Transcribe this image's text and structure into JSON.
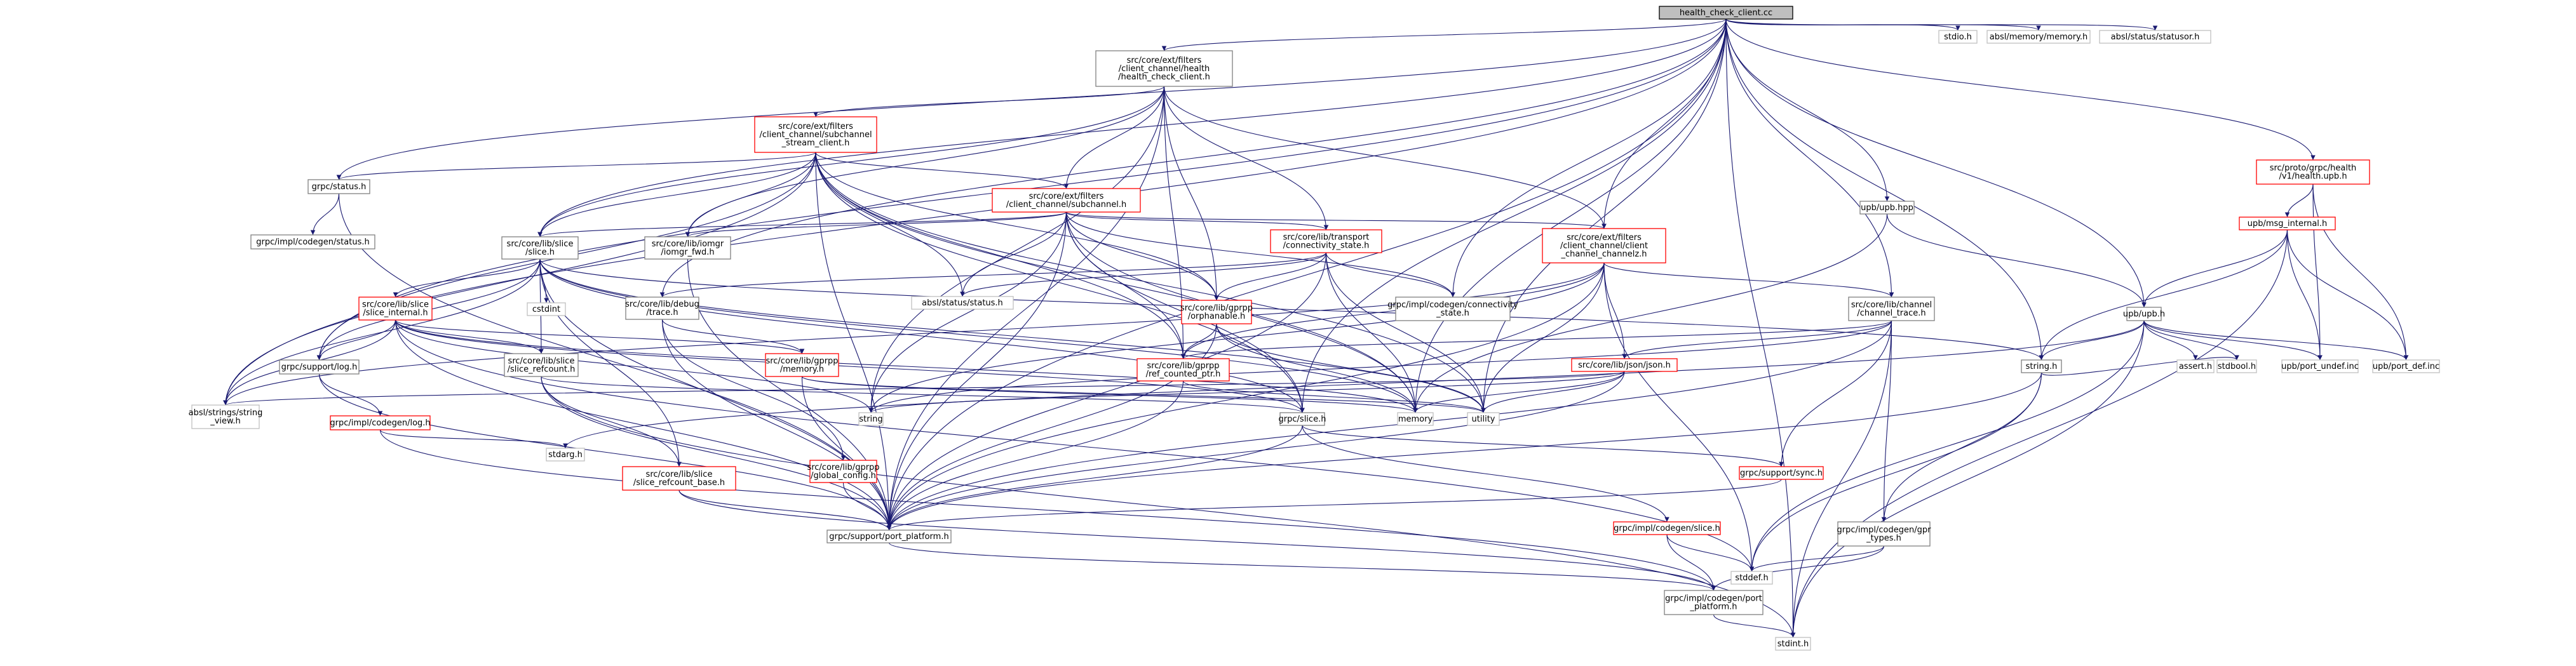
{
  "graph": {
    "root": "health_check_client.cc",
    "colors": {
      "edge": "#191970",
      "documented_border": "#7f7f7f",
      "undocumented_border": "#ff0000",
      "external_border": "#bfbfbf",
      "root_fill": "#bfbfbf"
    },
    "nodes": [
      {
        "id": "root",
        "label": [
          "health_check_client.cc"
        ],
        "kind": "root"
      },
      {
        "id": "hcc_h",
        "label": [
          "src/core/ext/filters",
          "/client_channel/health",
          "/health_check_client.h"
        ],
        "kind": "normal"
      },
      {
        "id": "stdio",
        "label": [
          "stdio.h"
        ],
        "kind": "external"
      },
      {
        "id": "absl_mem",
        "label": [
          "absl/memory/memory.h"
        ],
        "kind": "external"
      },
      {
        "id": "absl_statusor",
        "label": [
          "absl/status/statusor.h"
        ],
        "kind": "external"
      },
      {
        "id": "proto_health",
        "label": [
          "src/proto/grpc/health",
          "/v1/health.upb.h"
        ],
        "kind": "red"
      },
      {
        "id": "subch_stream",
        "label": [
          "src/core/ext/filters",
          "/client_channel/subchannel",
          "_stream_client.h"
        ],
        "kind": "red"
      },
      {
        "id": "grpc_status",
        "label": [
          "grpc/status.h"
        ],
        "kind": "normal"
      },
      {
        "id": "impl_status",
        "label": [
          "grpc/impl/codegen/status.h"
        ],
        "kind": "normal"
      },
      {
        "id": "subchannel_h",
        "label": [
          "src/core/ext/filters",
          "/client_channel/subchannel.h"
        ],
        "kind": "red"
      },
      {
        "id": "upb_hpp",
        "label": [
          "upb/upb.hpp"
        ],
        "kind": "normal"
      },
      {
        "id": "msg_internal",
        "label": [
          "upb/msg_internal.h"
        ],
        "kind": "red"
      },
      {
        "id": "slice_h",
        "label": [
          "src/core/lib/slice",
          "/slice.h"
        ],
        "kind": "normal"
      },
      {
        "id": "iomgr_fwd",
        "label": [
          "src/core/lib/iomgr",
          "/iomgr_fwd.h"
        ],
        "kind": "normal"
      },
      {
        "id": "conn_state",
        "label": [
          "src/core/lib/transport",
          "/connectivity_state.h"
        ],
        "kind": "red"
      },
      {
        "id": "client_channelz",
        "label": [
          "src/core/ext/filters",
          "/client_channel/client",
          "_channel_channelz.h"
        ],
        "kind": "red"
      },
      {
        "id": "upb_h",
        "label": [
          "upb/upb.h"
        ],
        "kind": "normal"
      },
      {
        "id": "slice_internal",
        "label": [
          "src/core/lib/slice",
          "/slice_internal.h"
        ],
        "kind": "red"
      },
      {
        "id": "cstdint",
        "label": [
          "cstdint"
        ],
        "kind": "external"
      },
      {
        "id": "debug_trace",
        "label": [
          "src/core/lib/debug",
          "/trace.h"
        ],
        "kind": "normal"
      },
      {
        "id": "absl_status",
        "label": [
          "absl/status/status.h"
        ],
        "kind": "external"
      },
      {
        "id": "orphanable",
        "label": [
          "src/core/lib/gprpp",
          "/orphanable.h"
        ],
        "kind": "red"
      },
      {
        "id": "codegen_conn",
        "label": [
          "grpc/impl/codegen/connectivity",
          "_state.h"
        ],
        "kind": "normal"
      },
      {
        "id": "channel_trace",
        "label": [
          "src/core/lib/channel",
          "/channel_trace.h"
        ],
        "kind": "normal"
      },
      {
        "id": "support_log",
        "label": [
          "grpc/support/log.h"
        ],
        "kind": "normal"
      },
      {
        "id": "slice_refcount",
        "label": [
          "src/core/lib/slice",
          "/slice_refcount.h"
        ],
        "kind": "normal"
      },
      {
        "id": "gprpp_memory",
        "label": [
          "src/core/lib/gprpp",
          "/memory.h"
        ],
        "kind": "red"
      },
      {
        "id": "ref_counted_ptr",
        "label": [
          "src/core/lib/gprpp",
          "/ref_counted_ptr.h"
        ],
        "kind": "red"
      },
      {
        "id": "json_h",
        "label": [
          "src/core/lib/json/json.h"
        ],
        "kind": "red"
      },
      {
        "id": "string_h",
        "label": [
          "string.h"
        ],
        "kind": "normal"
      },
      {
        "id": "assert_h",
        "label": [
          "assert.h"
        ],
        "kind": "external"
      },
      {
        "id": "stdbool",
        "label": [
          "stdbool.h"
        ],
        "kind": "external"
      },
      {
        "id": "port_undef",
        "label": [
          "upb/port_undef.inc"
        ],
        "kind": "external"
      },
      {
        "id": "port_def",
        "label": [
          "upb/port_def.inc"
        ],
        "kind": "external"
      },
      {
        "id": "string_view",
        "label": [
          "absl/strings/string",
          "_view.h"
        ],
        "kind": "external"
      },
      {
        "id": "codegen_log",
        "label": [
          "grpc/impl/codegen/log.h"
        ],
        "kind": "red"
      },
      {
        "id": "string",
        "label": [
          "string"
        ],
        "kind": "external"
      },
      {
        "id": "grpc_slice",
        "label": [
          "grpc/slice.h"
        ],
        "kind": "normal"
      },
      {
        "id": "memory",
        "label": [
          "memory"
        ],
        "kind": "external"
      },
      {
        "id": "utility",
        "label": [
          "utility"
        ],
        "kind": "external"
      },
      {
        "id": "stdarg",
        "label": [
          "stdarg.h"
        ],
        "kind": "external"
      },
      {
        "id": "sync_h",
        "label": [
          "grpc/support/sync.h"
        ],
        "kind": "red"
      },
      {
        "id": "global_config",
        "label": [
          "src/core/lib/gprpp",
          "/global_config.h"
        ],
        "kind": "red"
      },
      {
        "id": "slice_refcount_base",
        "label": [
          "src/core/lib/slice",
          "/slice_refcount_base.h"
        ],
        "kind": "red"
      },
      {
        "id": "codegen_slice",
        "label": [
          "grpc/impl/codegen/slice.h"
        ],
        "kind": "red"
      },
      {
        "id": "port_platform",
        "label": [
          "grpc/support/port_platform.h"
        ],
        "kind": "normal"
      },
      {
        "id": "gpr_types",
        "label": [
          "grpc/impl/codegen/gpr",
          "_types.h"
        ],
        "kind": "normal"
      },
      {
        "id": "stddef",
        "label": [
          "stddef.h"
        ],
        "kind": "external"
      },
      {
        "id": "codegen_port_platform",
        "label": [
          "grpc/impl/codegen/port",
          "_platform.h"
        ],
        "kind": "normal"
      },
      {
        "id": "stdint",
        "label": [
          "stdint.h"
        ],
        "kind": "external"
      }
    ],
    "edges": [
      [
        "root",
        "hcc_h"
      ],
      [
        "root",
        "stdio"
      ],
      [
        "root",
        "absl_mem"
      ],
      [
        "root",
        "absl_statusor"
      ],
      [
        "root",
        "proto_health"
      ],
      [
        "root",
        "grpc_status"
      ],
      [
        "root",
        "upb_hpp"
      ],
      [
        "root",
        "upb_h"
      ],
      [
        "root",
        "slice_h"
      ],
      [
        "root",
        "debug_trace"
      ],
      [
        "root",
        "codegen_conn"
      ],
      [
        "root",
        "client_channelz"
      ],
      [
        "root",
        "channel_trace"
      ],
      [
        "root",
        "support_log"
      ],
      [
        "root",
        "string_view"
      ],
      [
        "root",
        "string_h"
      ],
      [
        "root",
        "grpc_slice"
      ],
      [
        "root",
        "memory"
      ],
      [
        "root",
        "utility"
      ],
      [
        "root",
        "port_platform"
      ],
      [
        "root",
        "stdint"
      ],
      [
        "hcc_h",
        "subch_stream"
      ],
      [
        "hcc_h",
        "subchannel_h"
      ],
      [
        "hcc_h",
        "conn_state"
      ],
      [
        "hcc_h",
        "client_channelz"
      ],
      [
        "hcc_h",
        "slice_h"
      ],
      [
        "hcc_h",
        "iomgr_fwd"
      ],
      [
        "hcc_h",
        "orphanable"
      ],
      [
        "hcc_h",
        "ref_counted_ptr"
      ],
      [
        "hcc_h",
        "string"
      ],
      [
        "hcc_h",
        "port_platform"
      ],
      [
        "subch_stream",
        "grpc_status"
      ],
      [
        "subch_stream",
        "subchannel_h"
      ],
      [
        "subch_stream",
        "slice_h"
      ],
      [
        "subch_stream",
        "iomgr_fwd"
      ],
      [
        "subch_stream",
        "absl_status"
      ],
      [
        "subch_stream",
        "orphanable"
      ],
      [
        "subch_stream",
        "ref_counted_ptr"
      ],
      [
        "subch_stream",
        "string_view"
      ],
      [
        "subch_stream",
        "grpc_slice"
      ],
      [
        "subch_stream",
        "memory"
      ],
      [
        "subch_stream",
        "utility"
      ],
      [
        "subch_stream",
        "port_platform"
      ],
      [
        "subch_stream",
        "support_log"
      ],
      [
        "grpc_status",
        "impl_status"
      ],
      [
        "grpc_status",
        "port_platform"
      ],
      [
        "subchannel_h",
        "slice_h"
      ],
      [
        "subchannel_h",
        "iomgr_fwd"
      ],
      [
        "subchannel_h",
        "conn_state"
      ],
      [
        "subchannel_h",
        "client_channelz"
      ],
      [
        "subchannel_h",
        "absl_status"
      ],
      [
        "subchannel_h",
        "orphanable"
      ],
      [
        "subchannel_h",
        "ref_counted_ptr"
      ],
      [
        "subchannel_h",
        "codegen_conn"
      ],
      [
        "subchannel_h",
        "string"
      ],
      [
        "subchannel_h",
        "memory"
      ],
      [
        "subchannel_h",
        "port_platform"
      ],
      [
        "subchannel_h",
        "grpc_slice"
      ],
      [
        "upb_hpp",
        "upb_h"
      ],
      [
        "upb_hpp",
        "memory"
      ],
      [
        "proto_health",
        "msg_internal"
      ],
      [
        "proto_health",
        "port_def"
      ],
      [
        "proto_health",
        "port_undef"
      ],
      [
        "msg_internal",
        "upb_h"
      ],
      [
        "msg_internal",
        "string_h"
      ],
      [
        "msg_internal",
        "port_def"
      ],
      [
        "msg_internal",
        "port_undef"
      ],
      [
        "msg_internal",
        "stdint"
      ],
      [
        "slice_h",
        "slice_internal"
      ],
      [
        "slice_h",
        "slice_refcount"
      ],
      [
        "slice_h",
        "cstdint"
      ],
      [
        "slice_h",
        "string_view"
      ],
      [
        "slice_h",
        "grpc_slice"
      ],
      [
        "slice_h",
        "support_log"
      ],
      [
        "slice_h",
        "port_platform"
      ],
      [
        "slice_h",
        "memory"
      ],
      [
        "slice_h",
        "utility"
      ],
      [
        "slice_h",
        "string_h"
      ],
      [
        "slice_h",
        "slice_refcount_base"
      ],
      [
        "iomgr_fwd",
        "port_platform"
      ],
      [
        "conn_state",
        "debug_trace"
      ],
      [
        "conn_state",
        "orphanable"
      ],
      [
        "conn_state",
        "codegen_conn"
      ],
      [
        "conn_state",
        "absl_status"
      ],
      [
        "conn_state",
        "memory"
      ],
      [
        "conn_state",
        "utility"
      ],
      [
        "conn_state",
        "port_platform"
      ],
      [
        "client_channelz",
        "channel_trace"
      ],
      [
        "client_channelz",
        "json_h"
      ],
      [
        "client_channelz",
        "ref_counted_ptr"
      ],
      [
        "client_channelz",
        "string"
      ],
      [
        "client_channelz",
        "utility"
      ],
      [
        "client_channelz",
        "port_platform"
      ],
      [
        "client_channelz",
        "stddef"
      ],
      [
        "client_channelz",
        "string_view"
      ],
      [
        "upb_h",
        "string_h"
      ],
      [
        "upb_h",
        "assert_h"
      ],
      [
        "upb_h",
        "stdbool"
      ],
      [
        "upb_h",
        "stddef"
      ],
      [
        "upb_h",
        "stdint"
      ],
      [
        "upb_h",
        "port_def"
      ],
      [
        "upb_h",
        "port_undef"
      ],
      [
        "upb_h",
        "stdarg"
      ],
      [
        "slice_internal",
        "support_log"
      ],
      [
        "slice_internal",
        "slice_refcount"
      ],
      [
        "slice_internal",
        "gprpp_memory"
      ],
      [
        "slice_internal",
        "string_view"
      ],
      [
        "slice_internal",
        "grpc_slice"
      ],
      [
        "slice_internal",
        "string"
      ],
      [
        "slice_internal",
        "memory"
      ],
      [
        "slice_internal",
        "port_platform"
      ],
      [
        "slice_internal",
        "stddef"
      ],
      [
        "debug_trace",
        "gprpp_memory"
      ],
      [
        "debug_trace",
        "global_config"
      ],
      [
        "debug_trace",
        "port_platform"
      ],
      [
        "orphanable",
        "ref_counted_ptr"
      ],
      [
        "orphanable",
        "memory"
      ],
      [
        "orphanable",
        "utility"
      ],
      [
        "orphanable",
        "port_platform"
      ],
      [
        "channel_trace",
        "json_h"
      ],
      [
        "channel_trace",
        "sync_h"
      ],
      [
        "channel_trace",
        "gpr_types"
      ],
      [
        "channel_trace",
        "stdint"
      ],
      [
        "channel_trace",
        "string"
      ],
      [
        "channel_trace",
        "port_platform"
      ],
      [
        "channel_trace",
        "ref_counted_ptr"
      ],
      [
        "support_log",
        "codegen_log"
      ],
      [
        "support_log",
        "port_platform"
      ],
      [
        "slice_refcount",
        "slice_refcount_base"
      ],
      [
        "slice_refcount",
        "grpc_slice"
      ],
      [
        "slice_refcount",
        "port_platform"
      ],
      [
        "slice_refcount",
        "stdint"
      ],
      [
        "gprpp_memory",
        "memory"
      ],
      [
        "gprpp_memory",
        "utility"
      ],
      [
        "gprpp_memory",
        "port_platform"
      ],
      [
        "ref_counted_ptr",
        "port_platform"
      ],
      [
        "ref_counted_ptr",
        "utility"
      ],
      [
        "json_h",
        "string"
      ],
      [
        "json_h",
        "memory"
      ],
      [
        "json_h",
        "utility"
      ],
      [
        "json_h",
        "string_view"
      ],
      [
        "json_h",
        "port_platform"
      ],
      [
        "string_h",
        "stddef"
      ],
      [
        "string_h",
        "stdbool"
      ],
      [
        "string_h",
        "port_platform"
      ],
      [
        "string_h",
        "gpr_types"
      ],
      [
        "codegen_log",
        "stdarg"
      ],
      [
        "codegen_log",
        "codegen_port_platform"
      ],
      [
        "grpc_slice",
        "codegen_slice"
      ],
      [
        "grpc_slice",
        "sync_h"
      ],
      [
        "grpc_slice",
        "port_platform"
      ],
      [
        "sync_h",
        "port_platform"
      ],
      [
        "global_config",
        "port_platform"
      ],
      [
        "slice_refcount_base",
        "port_platform"
      ],
      [
        "slice_refcount_base",
        "codegen_port_platform"
      ],
      [
        "codegen_slice",
        "stddef"
      ],
      [
        "codegen_slice",
        "codegen_port_platform"
      ],
      [
        "port_platform",
        "codegen_port_platform"
      ],
      [
        "gpr_types",
        "stddef"
      ],
      [
        "gpr_types",
        "codegen_port_platform"
      ],
      [
        "codegen_port_platform",
        "stdint"
      ]
    ]
  }
}
